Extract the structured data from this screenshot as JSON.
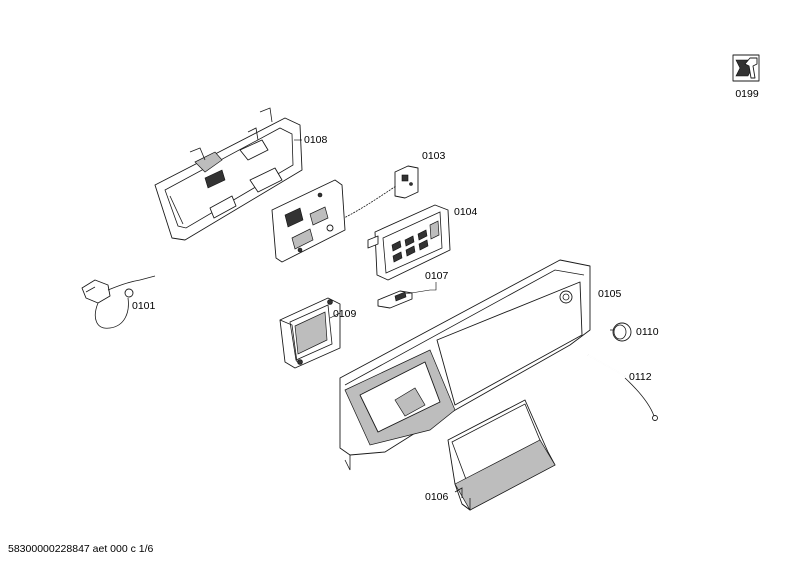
{
  "labels": {
    "p0199": "0199",
    "p0108": "0108",
    "p0103": "0103",
    "p0104": "0104",
    "p0101": "0101",
    "p0107": "0107",
    "p0109": "0109",
    "p0105": "0105",
    "p0110": "0110",
    "p0112": "0112",
    "p0106": "0106"
  },
  "footer": "58300000228847 aet 000 c 1/6",
  "icons": {
    "service": "tools-book-icon"
  }
}
